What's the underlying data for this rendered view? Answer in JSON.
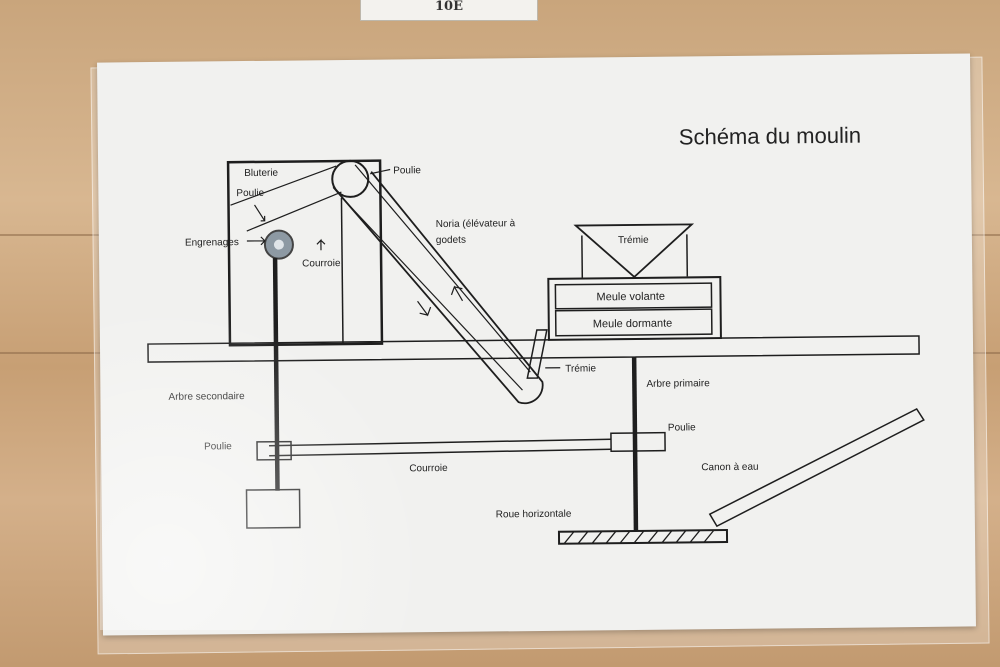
{
  "sign": {
    "label": "10E"
  },
  "title": "Schéma du moulin",
  "labels": {
    "bluterie": "Bluterie",
    "poulie_top_left": "Poulie",
    "poulie_top_right": "Poulie",
    "engrenages": "Engrenages",
    "courroie_vertical": "Courroie",
    "noria": "Noria (élévateur à",
    "noria_line2": "godets",
    "tremie_top": "Trémie",
    "meule_volante": "Meule volante",
    "meule_dormante": "Meule dormante",
    "tremie_lower": "Trémie",
    "arbre_secondaire": "Arbre secondaire",
    "arbre_primaire": "Arbre primaire",
    "poulie_left": "Poulie",
    "poulie_right": "Poulie",
    "courroie_horizontal": "Courroie",
    "canon_a_eau": "Canon à eau",
    "roue_horizontale": "Roue horizontale"
  },
  "colors": {
    "ink": "#1e1e1e",
    "paper": "#f1f1ef",
    "wood": "#c9a57c"
  }
}
